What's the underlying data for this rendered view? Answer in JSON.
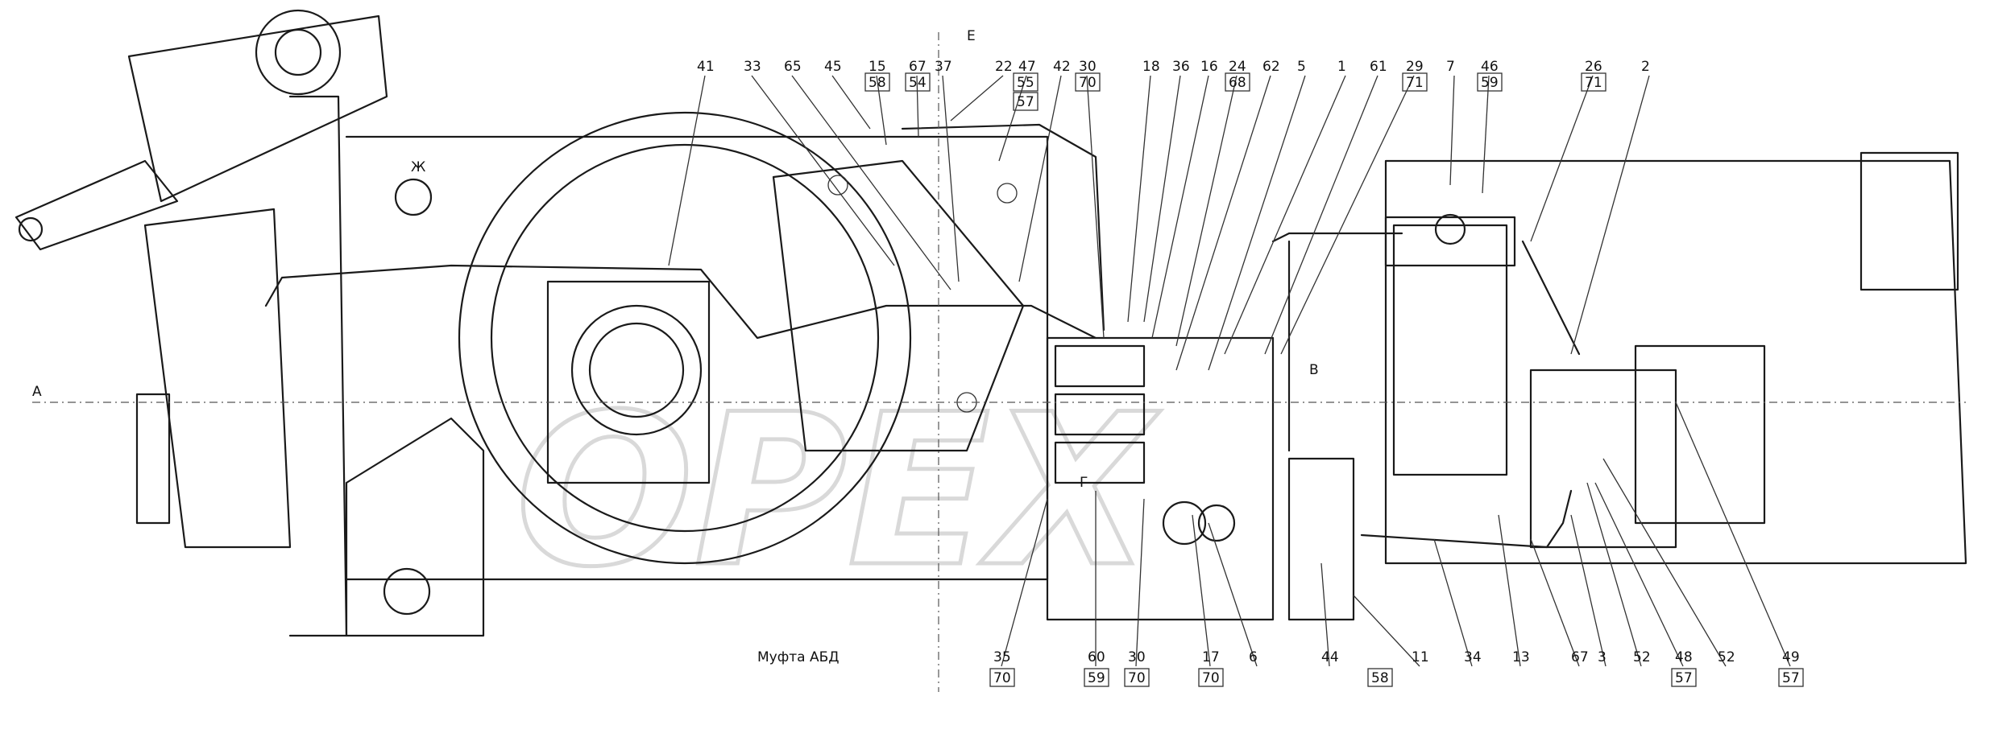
{
  "watermark": "OPEX",
  "view_labels": {
    "a": "А",
    "e": "Е",
    "b": "В",
    "g": "Г",
    "zh": "Ж"
  },
  "caption": "Муфта АБД",
  "top_labels": [
    "41",
    "33",
    "65",
    "45",
    "15",
    "67",
    "37",
    "22",
    "47",
    "42",
    "30",
    "18",
    "36",
    "16",
    "24",
    "62",
    "5",
    "1",
    "61",
    "29",
    "7",
    "46",
    "26",
    "2"
  ],
  "top_boxed": [
    "58",
    "54",
    "55",
    "57",
    "70",
    "68",
    "71",
    "59",
    "71"
  ],
  "bottom_labels": [
    "35",
    "60",
    "30",
    "17",
    "6",
    "44",
    "11",
    "34",
    "13",
    "67",
    "3",
    "52",
    "48",
    "52",
    "49"
  ],
  "bottom_boxed": [
    "70",
    "59",
    "70",
    "70",
    "58",
    "57",
    "57"
  ]
}
